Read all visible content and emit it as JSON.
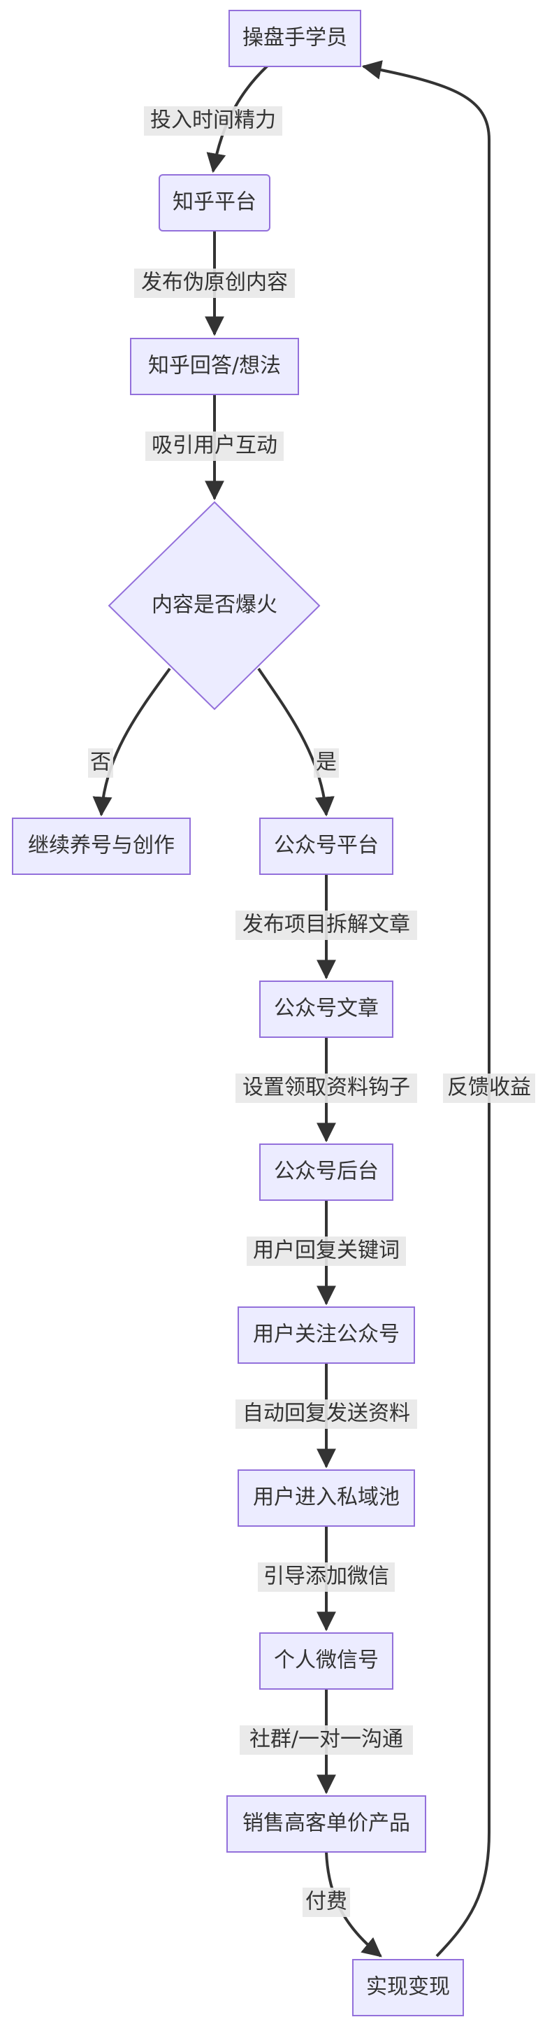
{
  "nodes": {
    "trader": "操盘手学员",
    "zhihu_platform": "知乎平台",
    "zhihu_answer": "知乎回答/想法",
    "viral_question": "内容是否爆火",
    "keep_creating": "继续养号与创作",
    "wechat_platform": "公众号平台",
    "wechat_article": "公众号文章",
    "wechat_backend": "公众号后台",
    "user_follow": "用户关注公众号",
    "private_pool": "用户进入私域池",
    "personal_wechat": "个人微信号",
    "sell_product": "销售高客单价产品",
    "monetize": "实现变现"
  },
  "edges": {
    "invest_time": "投入时间精力",
    "publish_pseudo": "发布伪原创内容",
    "attract_users": "吸引用户互动",
    "no": "否",
    "yes": "是",
    "publish_breakdown": "发布项目拆解文章",
    "set_hook": "设置领取资料钩子",
    "user_reply": "用户回复关键词",
    "auto_reply": "自动回复发送资料",
    "guide_wechat": "引导添加微信",
    "community": "社群/一对一沟通",
    "pay": "付费",
    "feedback": "反馈收益"
  },
  "colors": {
    "node_fill": "#ECECFF",
    "node_stroke": "#9370DB",
    "edge": "#333333",
    "label_bg": "#e8e8e8"
  }
}
